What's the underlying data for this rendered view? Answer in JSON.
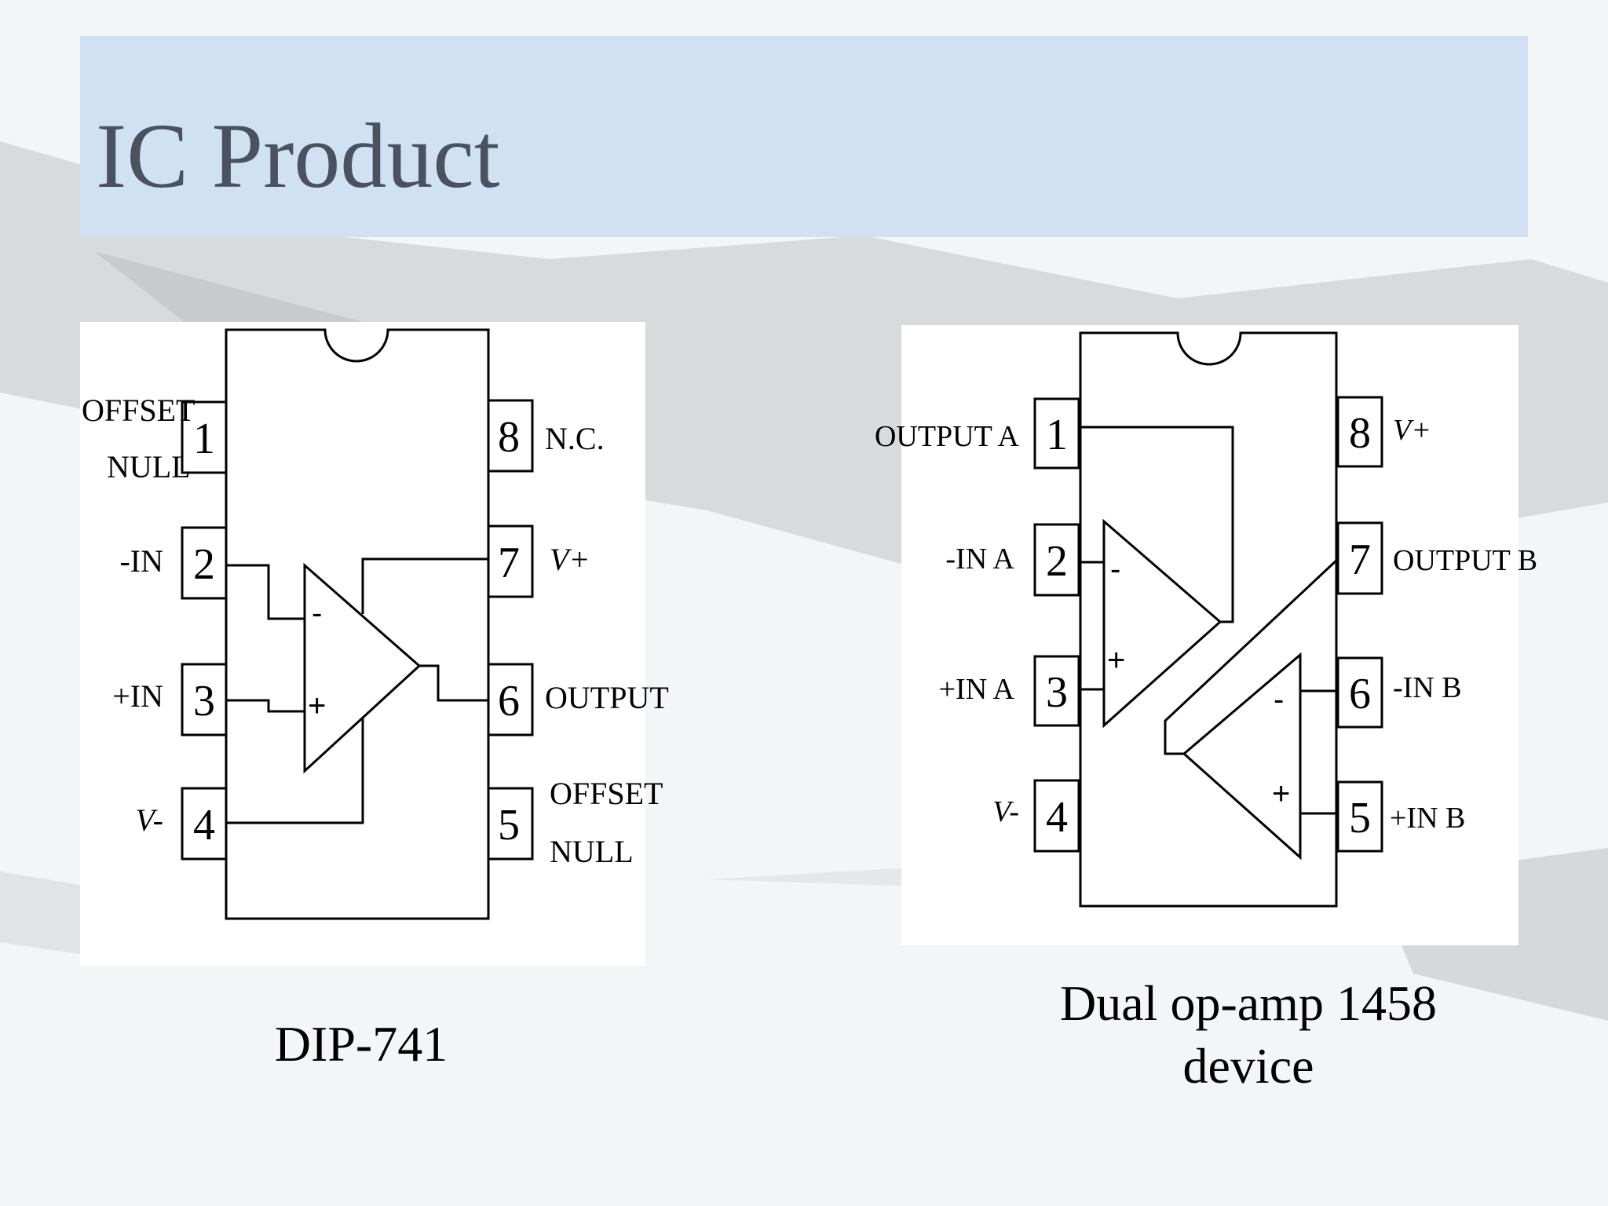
{
  "slide": {
    "title": "IC Product"
  },
  "dip741": {
    "caption": "DIP-741",
    "pins": [
      {
        "num": "1",
        "label_lines": [
          "OFFSET",
          "NULL"
        ]
      },
      {
        "num": "2",
        "label_lines": [
          "-IN"
        ]
      },
      {
        "num": "3",
        "label_lines": [
          "+IN"
        ]
      },
      {
        "num": "4",
        "label_lines": [
          "V-"
        ]
      },
      {
        "num": "5",
        "label_lines": [
          "OFFSET",
          "NULL"
        ]
      },
      {
        "num": "6",
        "label_lines": [
          "OUTPUT"
        ]
      },
      {
        "num": "7",
        "label_lines": [
          "V+"
        ]
      },
      {
        "num": "8",
        "label_lines": [
          "N.C."
        ]
      }
    ],
    "opamp_signs": {
      "minus": "-",
      "plus": "+"
    }
  },
  "dual1458": {
    "caption_line1": "Dual op-amp 1458",
    "caption_line2": "device",
    "pins": [
      {
        "num": "1",
        "label_lines": [
          "OUTPUT A"
        ]
      },
      {
        "num": "2",
        "label_lines": [
          "-IN A"
        ]
      },
      {
        "num": "3",
        "label_lines": [
          "+IN A"
        ]
      },
      {
        "num": "4",
        "label_lines": [
          "V-"
        ]
      },
      {
        "num": "5",
        "label_lines": [
          "+IN B"
        ]
      },
      {
        "num": "6",
        "label_lines": [
          "-IN B"
        ]
      },
      {
        "num": "7",
        "label_lines": [
          "OUTPUT B"
        ]
      },
      {
        "num": "8",
        "label_lines": [
          "V+"
        ]
      }
    ],
    "opamp_signs": {
      "minus": "-",
      "plus": "+"
    }
  }
}
